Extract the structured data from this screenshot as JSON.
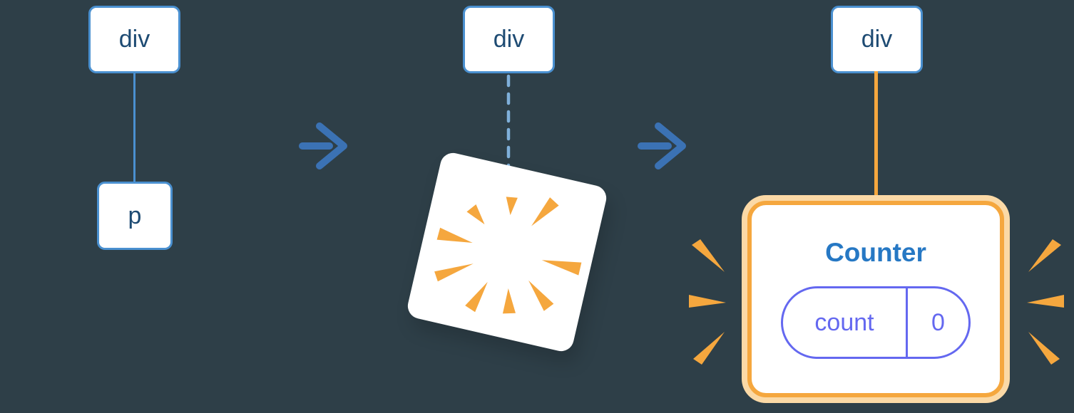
{
  "colors": {
    "background": "#2e3f48",
    "node_border": "#4a90d0",
    "node_text": "#1e4b73",
    "connector_dashed": "#7fb0da",
    "arrow_blue": "#3b72b4",
    "accent_orange": "#f5a73e",
    "halo_orange": "#fbd9a6",
    "component_title_blue": "#2678c4",
    "state_purple": "#6468f0",
    "surface_white": "#ffffff"
  },
  "stages": [
    {
      "id": "dom-before",
      "root_label": "div",
      "child_label": "p"
    },
    {
      "id": "dom-removed",
      "root_label": "div",
      "effect": "poof"
    },
    {
      "id": "dom-after",
      "root_label": "div",
      "component": {
        "title": "Counter",
        "state_rows": [
          {
            "key": "count",
            "value": "0"
          }
        ]
      }
    }
  ],
  "icons": {
    "arrow_right": "arrow-right-icon",
    "poof": "poof-icon",
    "sparkle": "sparkle-icon"
  }
}
